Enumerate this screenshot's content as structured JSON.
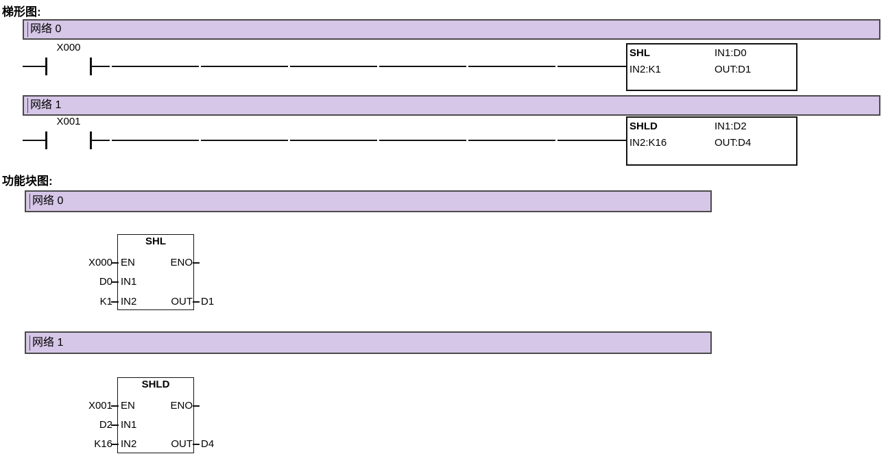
{
  "colors": {
    "background": "#ffffff",
    "network_bar_fill": "#d6c6e7",
    "network_bar_border": "#4a4a4a",
    "line_color": "#111111"
  },
  "ladder_section": {
    "title": "梯形图:",
    "networks": [
      {
        "label": "网络 0",
        "contact_label": "X000",
        "block": {
          "name": "SHL",
          "param_in1": "IN1:D0",
          "param_in2": "IN2:K1",
          "param_out": "OUT:D1"
        }
      },
      {
        "label": "网络 1",
        "contact_label": "X001",
        "block": {
          "name": "SHLD",
          "param_in1": "IN1:D2",
          "param_in2": "IN2:K16",
          "param_out": "OUT:D4"
        }
      }
    ]
  },
  "fbd_section": {
    "title": "功能块图:",
    "networks": [
      {
        "label": "网络 0",
        "block": {
          "name": "SHL",
          "en_source": "X000",
          "en_pin": "EN",
          "eno_pin": "ENO",
          "in1_source": "D0",
          "in1_pin": "IN1",
          "in2_source": "K1",
          "in2_pin": "IN2",
          "out_pin": "OUT",
          "out_target": "D1"
        }
      },
      {
        "label": "网络 1",
        "block": {
          "name": "SHLD",
          "en_source": "X001",
          "en_pin": "EN",
          "eno_pin": "ENO",
          "in1_source": "D2",
          "in1_pin": "IN1",
          "in2_source": "K16",
          "in2_pin": "IN2",
          "out_pin": "OUT",
          "out_target": "D4"
        }
      }
    ]
  }
}
